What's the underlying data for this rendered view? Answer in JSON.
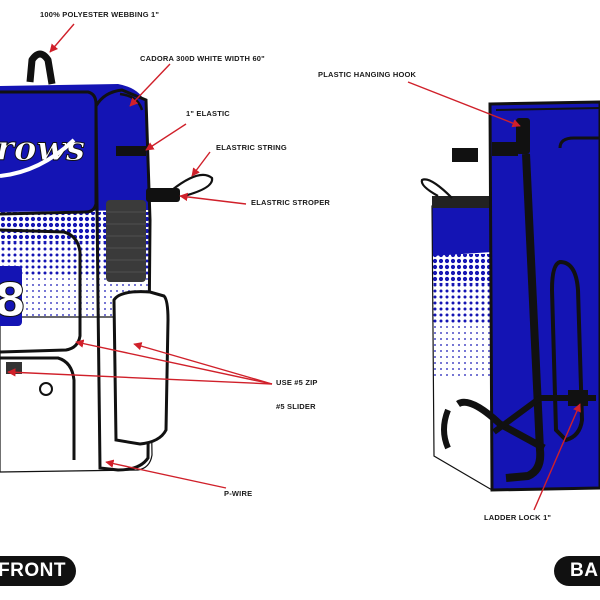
{
  "callouts": {
    "webbing": "100% POLYESTER WEBBING 1\"",
    "cadora": "CADORA 300D WHITE WIDTH 60\"",
    "elastic": "1\" ELASTIC",
    "elastric_string": "ELASTRIC STRING",
    "elastric_stroper": "ELASTRIC STROPER",
    "zip": "USE #5 ZIP",
    "slider": "#5 SLIDER",
    "pwire": "P-WIRE",
    "hook": "PLASTIC HANGING HOOK",
    "ladder": "LADDER LOCK 1\""
  },
  "views": {
    "front": "FRONT",
    "back": "BA"
  },
  "artwork": {
    "script_text": "rows",
    "number_text": "8"
  },
  "colors": {
    "royal_blue": "#1414b4",
    "black": "#111111",
    "white": "#ffffff",
    "arrow_red": "#d0202a"
  }
}
